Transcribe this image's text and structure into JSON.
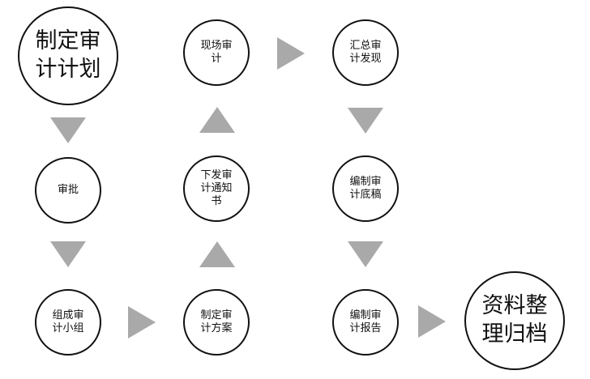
{
  "nodes": {
    "plan": "制定审计计划",
    "approve": "审批",
    "team": "组成审计小组",
    "scheme": "制定审计方案",
    "notice": "下发审计通知书",
    "onsite": "现场审计",
    "summary": "汇总审计发现",
    "draft": "编制审计底稿",
    "report": "编制审计报告",
    "archive": "资料整理归档"
  },
  "colors": {
    "node_border": "#111111",
    "arrow": "#a9a9a9",
    "background": "#ffffff"
  }
}
